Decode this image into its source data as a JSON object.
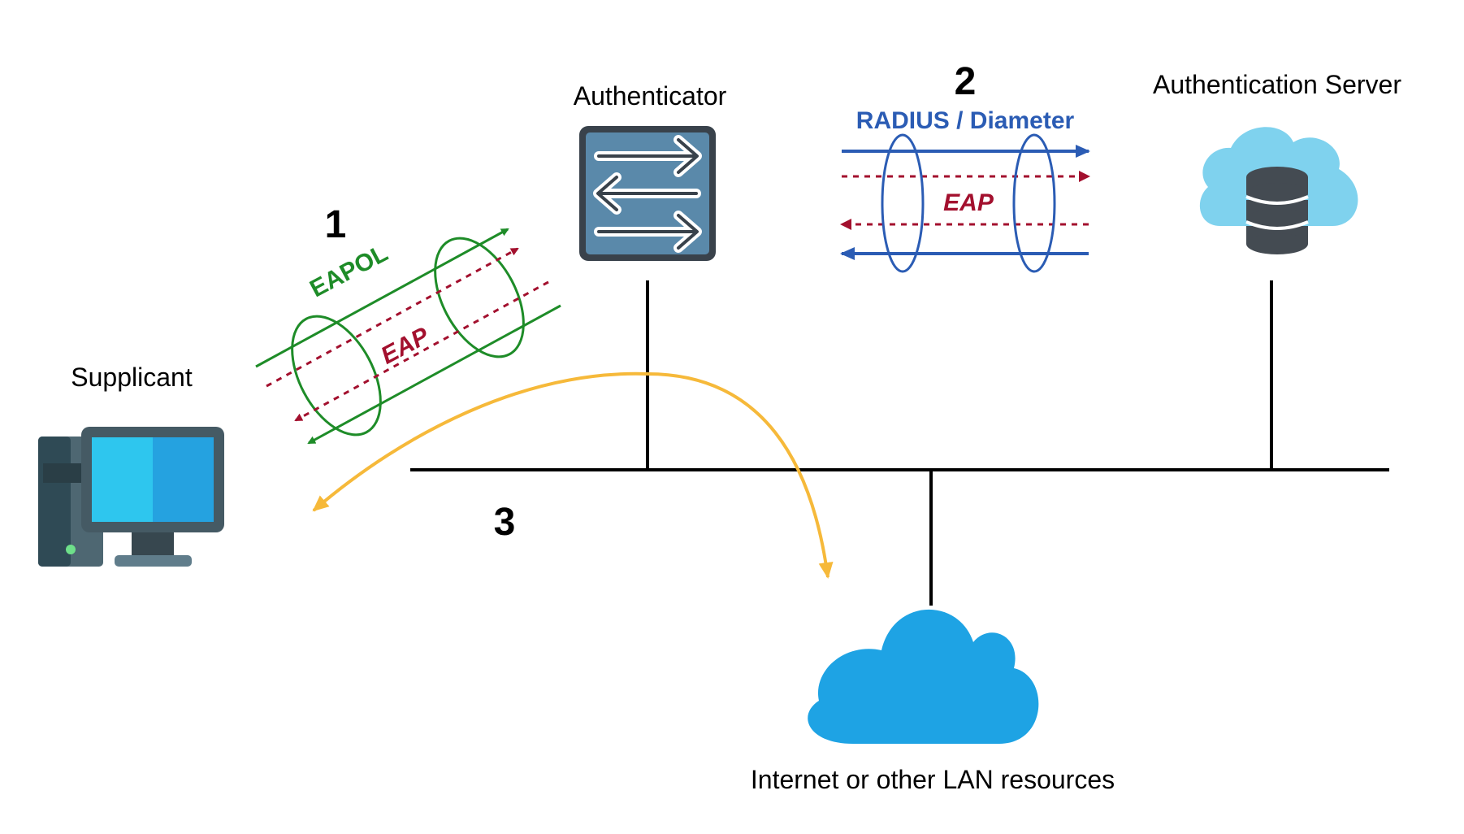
{
  "nodes": {
    "supplicant": "Supplicant",
    "authenticator": "Authenticator",
    "auth_server": "Authentication Server",
    "internet": "Internet or other LAN resources"
  },
  "steps": {
    "step1": "1",
    "step2": "2",
    "step3": "3"
  },
  "protocols": {
    "eapol": "EAPOL",
    "eap_left": "EAP",
    "radius": "RADIUS / Diameter",
    "eap_right": "EAP"
  },
  "icons": {
    "supplicant": "desktop-computer-icon",
    "authenticator": "network-switch-icon",
    "auth_server": "cloud-database-icon",
    "internet": "cloud-icon"
  },
  "colors": {
    "eapol": "#1e8c28",
    "eap": "#a3102e",
    "radius": "#2b5cb4",
    "flow": "#f6b93a",
    "bus": "#000000",
    "cloud_internet": "#1ea3e4",
    "cloud_server": "#7fd2ee",
    "switch_body": "#5a89aa",
    "switch_border": "#39424b"
  }
}
